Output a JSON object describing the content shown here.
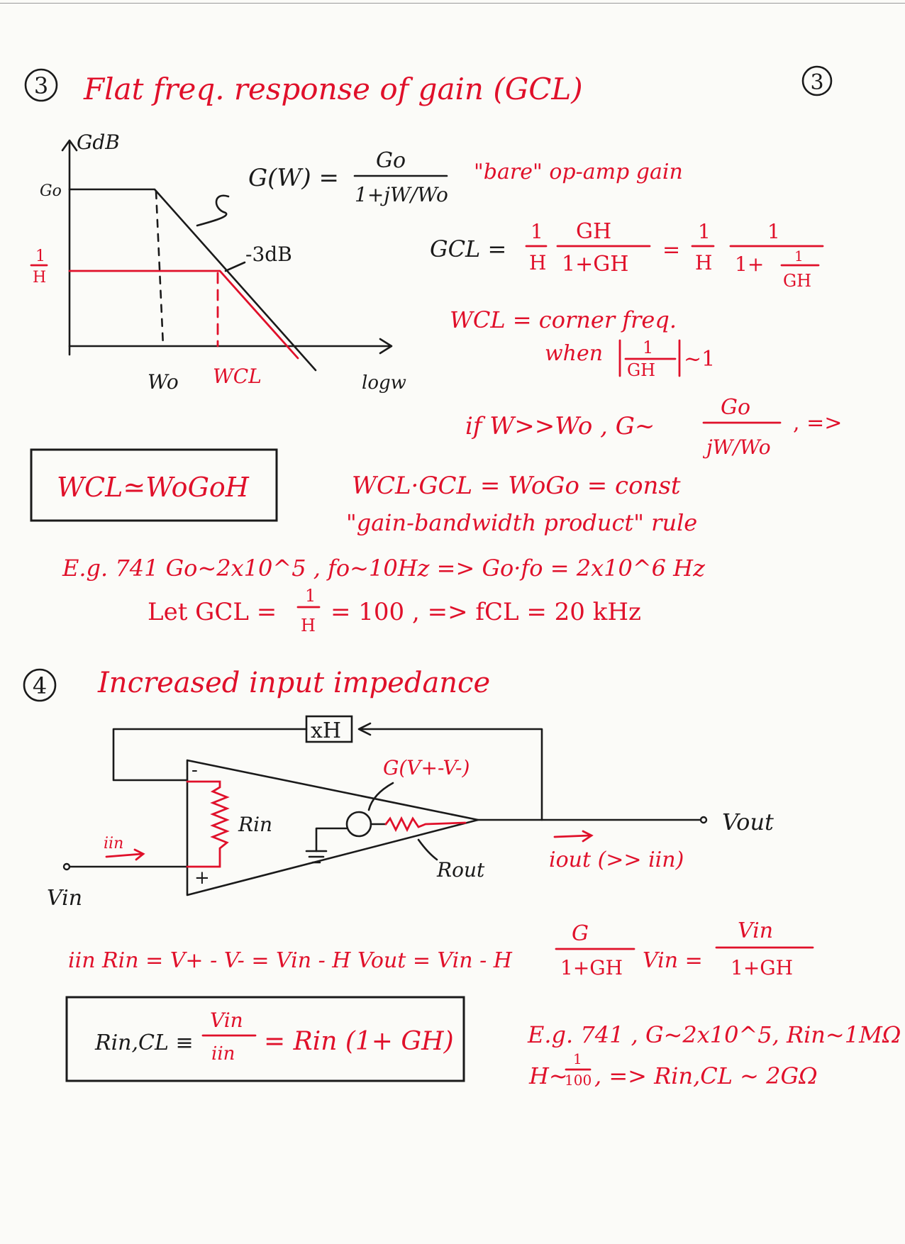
{
  "header": {
    "section_num": "3",
    "title": "Flat freq. response of gain (GCL)",
    "page_num": "3"
  },
  "graph": {
    "y_axis_label": "GdB",
    "g0_tick": "Go",
    "inv_h_tick_num": "1",
    "inv_h_tick_den": "H",
    "minus3db": "-3dB",
    "x_w0": "Wo",
    "x_wcl": "WCL",
    "x_axis_label": "logw"
  },
  "equations": {
    "g_lhs": "G(W) =",
    "g_num": "Go",
    "g_den": "1+jW/Wo",
    "bare_label": "\"bare\" op-amp gain",
    "gcl_lhs": "GCL =",
    "gcl_f1_num": "1",
    "gcl_f1_den": "H",
    "gcl_f2_num": "GH",
    "gcl_f2_den": "1+GH",
    "eq_sign": "=",
    "gcl_f3_num": "1",
    "gcl_f3_den": "H",
    "gcl_f4_num": "1",
    "gcl_f4_den_a": "1+",
    "gcl_f4_den_b_num": "1",
    "gcl_f4_den_b_den": "GH",
    "wcl_line": "WCL = corner freq.",
    "when_text": "when",
    "when_num": "1",
    "when_den": "GH",
    "when_approx": "~1",
    "if_text": "if W>>Wo ,  G~",
    "if_num": "Go",
    "if_den": "jW/Wo",
    "if_arrow": ", =>",
    "boxed": "WCL≃WoGoH",
    "prod_line": "WCL·GCL = WoGo = const",
    "gbp_rule": "\"gain-bandwidth product\" rule",
    "eg1": "E.g. 741    Go~2x10^5 ,  fo~10Hz    =>  Go·fo = 2x10^6 Hz",
    "let_text": "Let  GCL =",
    "let_num": "1",
    "let_den": "H",
    "let_tail": "= 100 , =>  fCL = 20 kHz"
  },
  "section4": {
    "section_num": "4",
    "title": "Increased input impedance",
    "xh_box": "xH",
    "g_src": "G(V+-V-)",
    "rin": "Rin",
    "minus": "-",
    "plus": "+",
    "rout": "Rout",
    "iin": "iin",
    "vin": "Vin",
    "vout": "Vout",
    "iout": "iout (>> iin)",
    "eq_line_a": "iin Rin = V+ - V- = Vin - H Vout = Vin - H",
    "eq_g_num": "G",
    "eq_g_den": "1+GH",
    "eq_line_b": "Vin  =",
    "eq_r_num": "Vin",
    "eq_r_den": "1+GH",
    "boxed_lhs": "Rin,CL ≡",
    "boxed_num": "Vin",
    "boxed_den": "iin",
    "boxed_rhs": "= Rin (1+ GH)",
    "eg2_line1": "E.g. 741 , G~2x10^5, Rin~1MΩ",
    "eg2_h": "H~",
    "eg2_num": "1",
    "eg2_den": "100",
    "eg2_tail": ", =>  Rin,CL ~ 2GΩ"
  },
  "colors": {
    "ink_red": "#e0102a",
    "ink_black": "#1a1a1a",
    "paper": "#fbfbf8"
  }
}
